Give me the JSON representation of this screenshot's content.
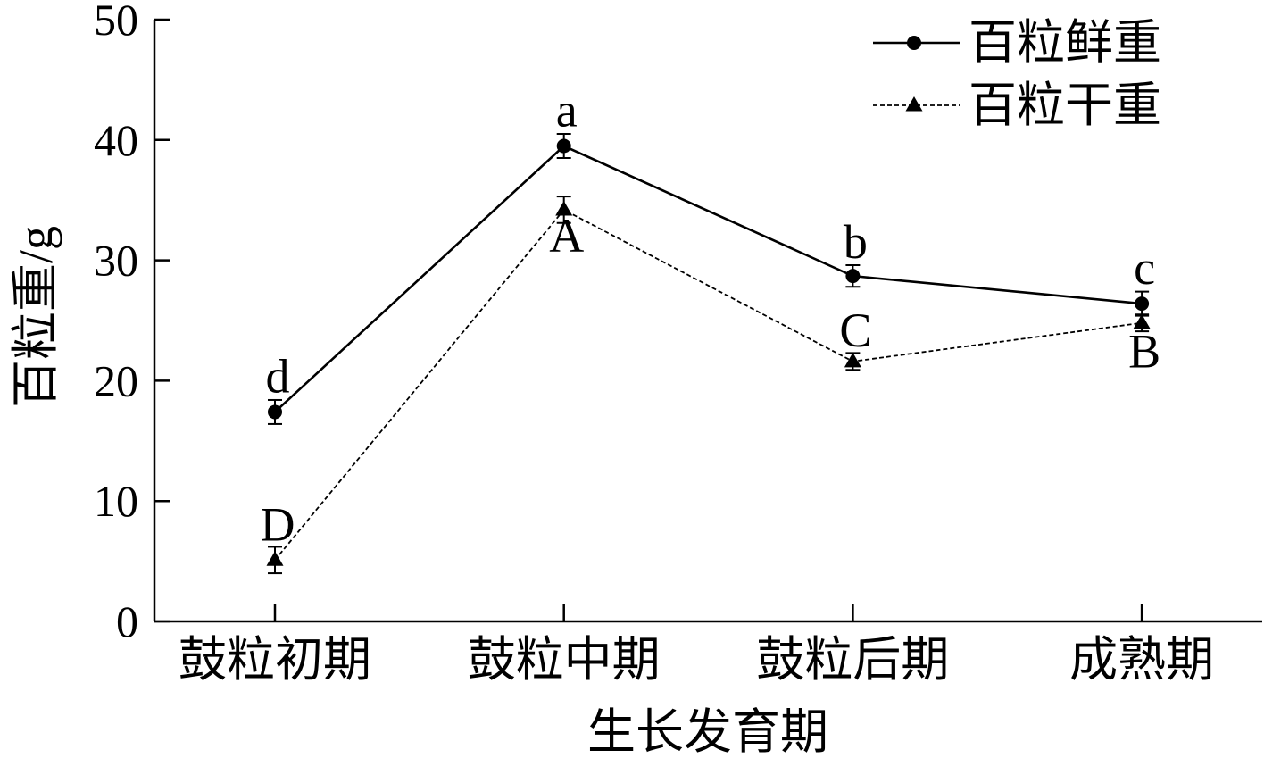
{
  "chart_data": {
    "type": "line",
    "categories": [
      "鼓粒初期",
      "鼓粒中期",
      "鼓粒后期",
      "成熟期"
    ],
    "series": [
      {
        "name": "百粒鲜重",
        "values": [
          17.4,
          39.5,
          28.7,
          26.4
        ],
        "error": [
          1.0,
          1.0,
          0.9,
          1.0
        ],
        "labels": [
          "d",
          "a",
          "b",
          "c"
        ],
        "marker": "circle",
        "line_style": "solid"
      },
      {
        "name": "百粒干重",
        "values": [
          5.1,
          34.2,
          21.6,
          24.8
        ],
        "error": [
          1.1,
          1.1,
          0.7,
          0.7
        ],
        "labels": [
          "D",
          "A",
          "C",
          "B"
        ],
        "marker": "triangle",
        "line_style": "dashed"
      }
    ],
    "xlabel": "生长发育期",
    "ylabel": "百粒重/g",
    "ylim": [
      0,
      50
    ],
    "yticks": [
      0,
      10,
      20,
      30,
      40,
      50
    ],
    "grid": false,
    "legend": "top-right",
    "colors": {
      "ink": "#000000",
      "background": "#ffffff"
    }
  }
}
